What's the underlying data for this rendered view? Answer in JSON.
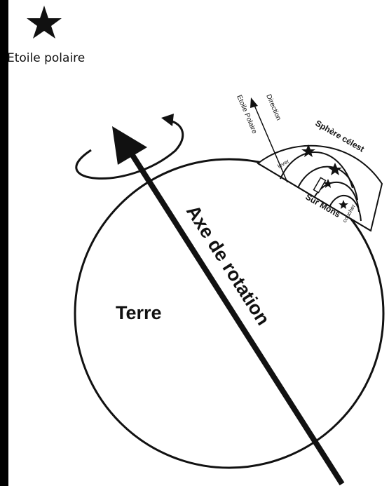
{
  "labels": {
    "north_star": "Etoile polaire",
    "earth": "Terre",
    "rotation_axis": "Axe de rotation",
    "direction_polaris": "Direction",
    "direction_polaris_2": "Etoile Polaire",
    "celestial_sphere": "Sphère célest",
    "on_mons": "Sur Mons",
    "rising": "lever",
    "setting": "coucher"
  }
}
